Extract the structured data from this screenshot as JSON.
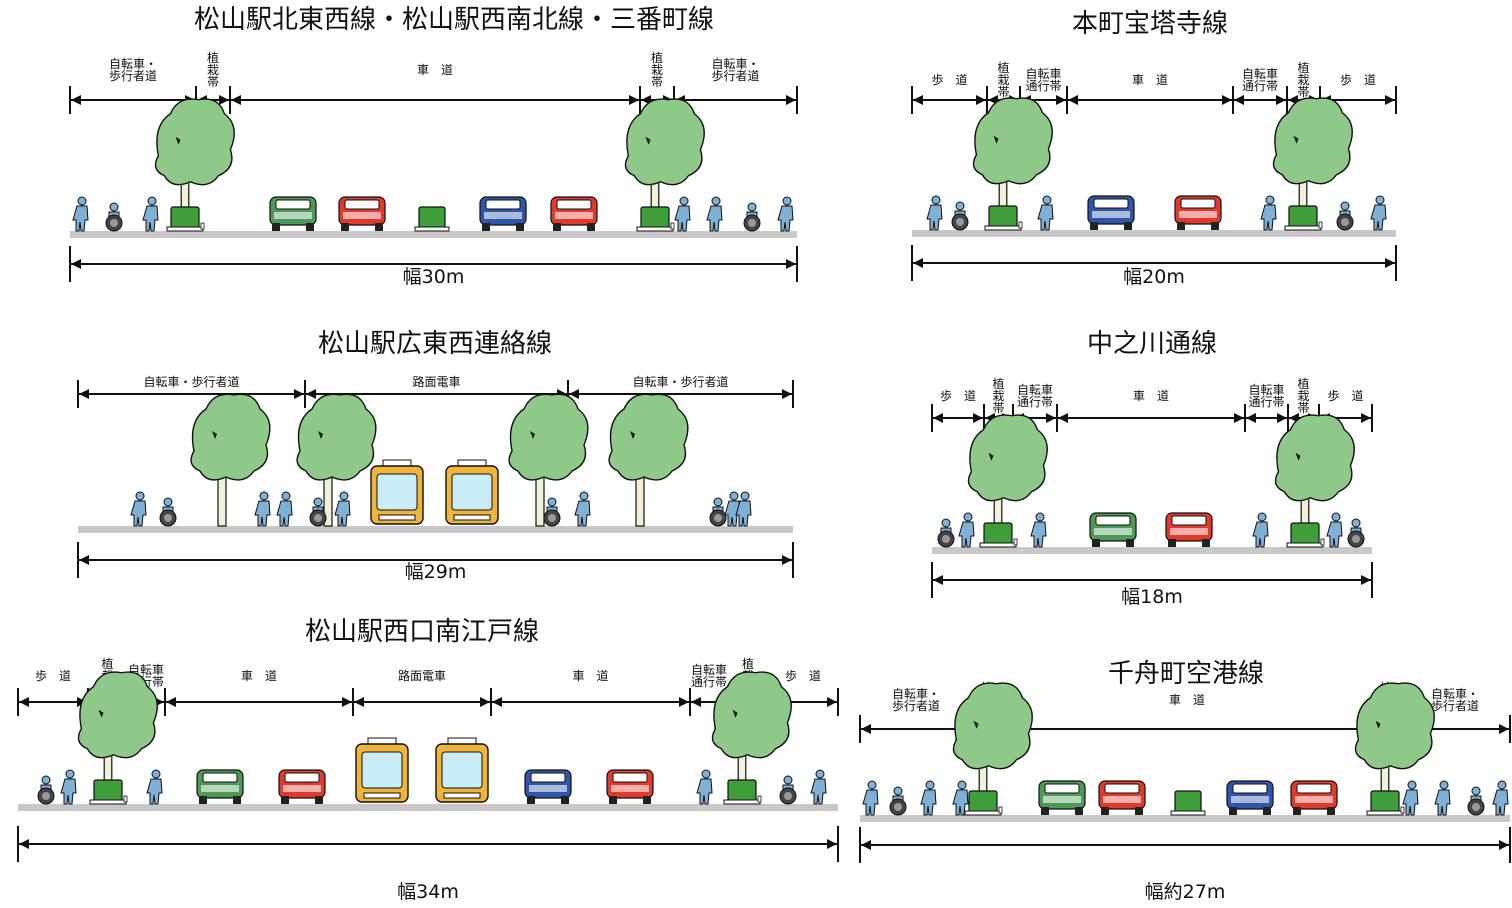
{
  "panels": [
    {
      "id": "p1",
      "title": "松山駅北東西線・松山駅西南北線・三番町線",
      "width_label": "幅30m",
      "segments": [
        {
          "label": [
            "自転車・",
            "歩行者道"
          ]
        },
        {
          "label": [
            "植",
            "栽",
            "帯"
          ]
        },
        {
          "label": [
            "車　道"
          ]
        },
        {
          "label": [
            "植",
            "栽",
            "帯"
          ]
        },
        {
          "label": [
            "自転車・",
            "歩行者道"
          ]
        }
      ],
      "objects": [
        "pedestrian",
        "wheelchair",
        "pedestrian",
        "tree-planter",
        "car-green",
        "car-red",
        "planter",
        "car-blue",
        "car-red",
        "tree-planter",
        "pedestrian",
        "pedestrian",
        "wheelchair",
        "pedestrian"
      ]
    },
    {
      "id": "p2",
      "title": "本町宝塔寺線",
      "width_label": "幅20m",
      "segments": [
        {
          "label": [
            "歩　道"
          ]
        },
        {
          "label": [
            "植",
            "栽",
            "帯"
          ]
        },
        {
          "label": [
            "自転車",
            "通行帯"
          ]
        },
        {
          "label": [
            "車　道"
          ]
        },
        {
          "label": [
            "自転車",
            "通行帯"
          ]
        },
        {
          "label": [
            "植",
            "栽",
            "帯"
          ]
        },
        {
          "label": [
            "歩　道"
          ]
        }
      ],
      "objects": [
        "pedestrian",
        "wheelchair",
        "tree-planter",
        "pedestrian",
        "car-blue",
        "car-red",
        "pedestrian",
        "tree-planter",
        "wheelchair",
        "pedestrian"
      ]
    },
    {
      "id": "p3",
      "title": "松山駅広東西連絡線",
      "width_label": "幅29m",
      "segments": [
        {
          "label": [
            "自転車・歩行者道"
          ]
        },
        {
          "label": [
            "路面電車"
          ]
        },
        {
          "label": [
            "自転車・歩行者道"
          ]
        }
      ],
      "objects": [
        "pedestrian",
        "wheelchair",
        "tree",
        "pedestrian",
        "pedestrian",
        "tree",
        "wheelchair",
        "pedestrian",
        "tram",
        "tram",
        "tree",
        "wheelchair",
        "pedestrian",
        "tree",
        "wheelchair",
        "pedestrian",
        "pedestrian"
      ]
    },
    {
      "id": "p4",
      "title": "中之川通線",
      "width_label": "幅18m",
      "segments": [
        {
          "label": [
            "歩　道"
          ]
        },
        {
          "label": [
            "植",
            "栽",
            "帯"
          ]
        },
        {
          "label": [
            "自転車",
            "通行帯"
          ]
        },
        {
          "label": [
            "車　道"
          ]
        },
        {
          "label": [
            "自転車",
            "通行帯"
          ]
        },
        {
          "label": [
            "植",
            "栽",
            "帯"
          ]
        },
        {
          "label": [
            "歩　道"
          ]
        }
      ],
      "objects": [
        "wheelchair",
        "pedestrian",
        "tree-planter",
        "pedestrian",
        "car-green",
        "car-red",
        "pedestrian",
        "tree-planter",
        "pedestrian",
        "wheelchair"
      ]
    },
    {
      "id": "p5",
      "title": "松山駅西口南江戸線",
      "width_label": "幅34m",
      "segments": [
        {
          "label": [
            "歩　道"
          ]
        },
        {
          "label": [
            "植",
            "栽",
            "帯"
          ]
        },
        {
          "label": [
            "自転車",
            "通行帯"
          ]
        },
        {
          "label": [
            "車　道"
          ]
        },
        {
          "label": [
            "路面電車"
          ]
        },
        {
          "label": [
            "車　道"
          ]
        },
        {
          "label": [
            "自転車",
            "通行帯"
          ]
        },
        {
          "label": [
            "植",
            "栽",
            "帯"
          ]
        },
        {
          "label": [
            "歩　道"
          ]
        }
      ],
      "objects": [
        "wheelchair",
        "pedestrian",
        "tree-planter",
        "pedestrian",
        "car-green",
        "car-red",
        "tram",
        "tram",
        "car-blue",
        "car-red",
        "pedestrian",
        "tree-planter",
        "wheelchair",
        "pedestrian"
      ]
    },
    {
      "id": "p6",
      "title": "千舟町空港線",
      "width_label": "幅約27m",
      "segments": [
        {
          "label": [
            "自転車・",
            "歩行者道"
          ]
        },
        {
          "label": [
            "植",
            "栽",
            "帯"
          ]
        },
        {
          "label": [
            "車　道"
          ]
        },
        {
          "label": [
            "植",
            "栽",
            "帯"
          ]
        },
        {
          "label": [
            "自転車・",
            "歩行者道"
          ]
        }
      ],
      "objects": [
        "pedestrian",
        "wheelchair",
        "pedestrian",
        "pedestrian",
        "tree-planter",
        "car-green",
        "car-red",
        "planter",
        "car-blue",
        "car-red",
        "tree-planter",
        "pedestrian",
        "pedestrian",
        "wheelchair",
        "pedestrian"
      ]
    }
  ],
  "colors": {
    "tree_foliage": "#8fc98a",
    "tree_trunk": "#f3efd9",
    "planter": "#3f9d3a",
    "road": "#c8c8c8",
    "pedestrian": "#7fb0d6",
    "car_green": "#4c9a55",
    "car_red": "#e03a2e",
    "car_blue": "#2f56a8",
    "tram_body": "#f0b43c",
    "tram_window": "#c9ecf6",
    "line": "#111111"
  }
}
